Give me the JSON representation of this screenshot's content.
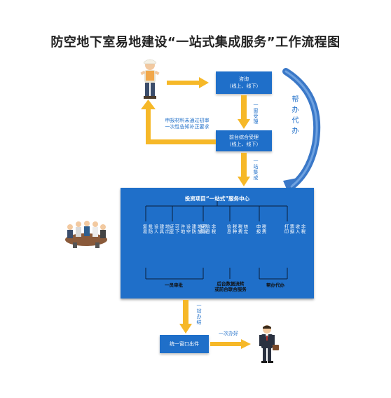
{
  "title": "防空地下室易地建设“一站式集成服务”工作流程图",
  "consult_box": {
    "line1": "咨询",
    "line2": "（线上、线下）"
  },
  "front_box": {
    "line1": "前台综合受理",
    "line2": "（线上、线下）"
  },
  "label_one_window": "一窗受理",
  "label_one_station": "一站集成",
  "label_help": "帮办代办",
  "return_note": {
    "line1": "申报材料未通过初审",
    "line2": "一次性告知补正要求"
  },
  "service_center": {
    "title": "投资项目“一站式”服务中心",
    "columns": [
      "地出\n建具\n设人\n批防\n复易",
      "原发\n地放\n建防\n设空\n许地\n可下\n证室",
      "非税\n信息\n采集",
      "核定\n税费\n税种\n信息",
      "税费\n申报",
      "非税\n收入\n票据\n打印"
    ],
    "group_labels": [
      {
        "line1": "一员审批",
        "line2": ""
      },
      {
        "line1": "后台数据流转",
        "line2": "或前台联合服务"
      },
      {
        "line1": "帮办代办",
        "line2": ""
      }
    ]
  },
  "label_one_station_done": "一站办结",
  "window_box": {
    "line1": "统一窗口出件"
  },
  "label_once": "一次办好",
  "colors": {
    "blue": "#1f6fc9",
    "arrow_yellow": "#f6b828",
    "curve_blue": "#3a78c8"
  }
}
